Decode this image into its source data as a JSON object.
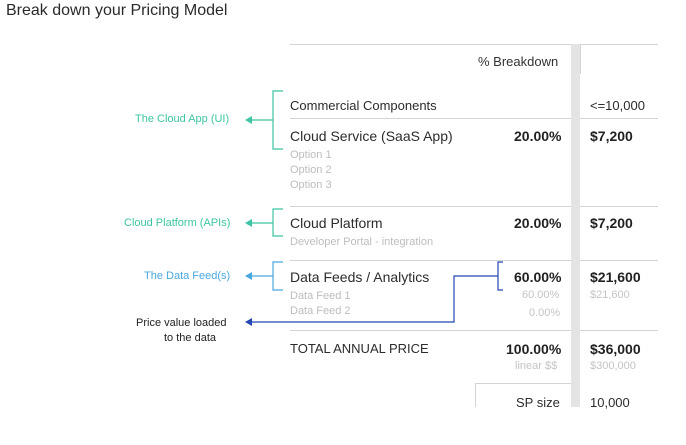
{
  "title": "Break down your Pricing Model",
  "table": {
    "header_breakdown": "% Breakdown",
    "commercial_components": "Commercial Components",
    "volume": "<=10,000",
    "rows": [
      {
        "name": "Cloud Service (SaaS App)",
        "percent": "20.00%",
        "price": "$7,200",
        "options": [
          "Option 1",
          "Option 2",
          "Option 3"
        ]
      },
      {
        "name": "Cloud Platform",
        "percent": "20.00%",
        "price": "$7,200",
        "options": [
          "Developer Portal - integration"
        ]
      },
      {
        "name": "Data Feeds / Analytics",
        "percent": "60.00%",
        "price": "$21,600",
        "options": [
          "Data Feed 1",
          "Data Feed 2"
        ],
        "sub_percents": [
          "60.00%",
          "0.00%"
        ],
        "sub_prices": [
          "$21,600"
        ]
      }
    ],
    "total": {
      "label": "TOTAL ANNUAL PRICE",
      "percent": "100.00%",
      "price": "$36,000",
      "note": "linear $$",
      "sub_price": "$300,000"
    },
    "sp_size": {
      "label": "SP size",
      "value": "10,000"
    }
  },
  "annotations": {
    "cloud_app": "The Cloud App (UI)",
    "cloud_platform": "Cloud Platform (APIs)",
    "data_feeds": "The Data Feed(s)",
    "price_value_line1": "Price value loaded",
    "price_value_line2": "to the data"
  },
  "colors": {
    "teal": "#3cc4a4",
    "blue": "#4aa8e0",
    "dark_blue": "#2447b5",
    "gutter": "#e4e4e4",
    "muted_text": "#bdbdbd"
  }
}
